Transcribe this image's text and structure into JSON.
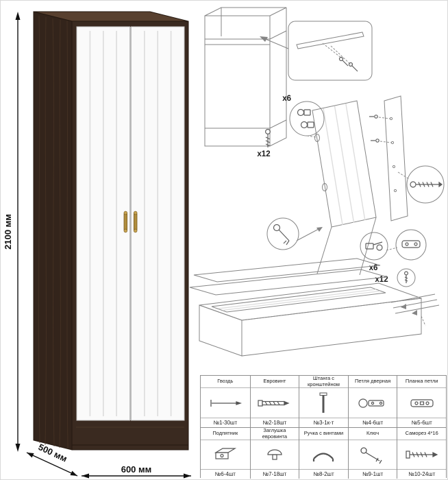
{
  "dimensions": {
    "height": "2100 мм",
    "depth": "500 мм",
    "width": "600 мм"
  },
  "callouts": {
    "shelf_screws": "x12",
    "door_hinges": "x6",
    "hinge_plate": "x6",
    "plate_screws": "x12"
  },
  "parts": {
    "rows": [
      [
        {
          "name": "Гвоздь",
          "qty": "№1-30шт",
          "icon": "nail-icon"
        },
        {
          "name": "Евровинт",
          "qty": "№2-18шт",
          "icon": "euroscrew-icon"
        },
        {
          "name": "Штанга с кронштейном",
          "qty": "№3-1к-т",
          "icon": "rod-icon"
        },
        {
          "name": "Петля дверная",
          "qty": "№4-6шт",
          "icon": "door-hinge-icon"
        },
        {
          "name": "Планка петли",
          "qty": "№5-6шт",
          "icon": "hinge-plate-icon"
        }
      ],
      [
        {
          "name": "Подпятник",
          "qty": "№6-4шт",
          "icon": "foot-icon"
        },
        {
          "name": "Заглушка евровинта",
          "qty": "№7-18шт",
          "icon": "cap-icon"
        },
        {
          "name": "Ручка с винтами",
          "qty": "№8-2шт",
          "icon": "handle-icon"
        },
        {
          "name": "Ключ",
          "qty": "№9-1шт",
          "icon": "key-icon"
        },
        {
          "name": "Саморез 4*16",
          "qty": "№10-24шт",
          "icon": "screw-icon"
        }
      ]
    ]
  },
  "colors": {
    "wenge_dark": "#33241b",
    "wenge_front": "#3a2a20",
    "door_white": "#fafafa",
    "handle_gold": "#b08d3e",
    "line_gray": "#858585"
  }
}
